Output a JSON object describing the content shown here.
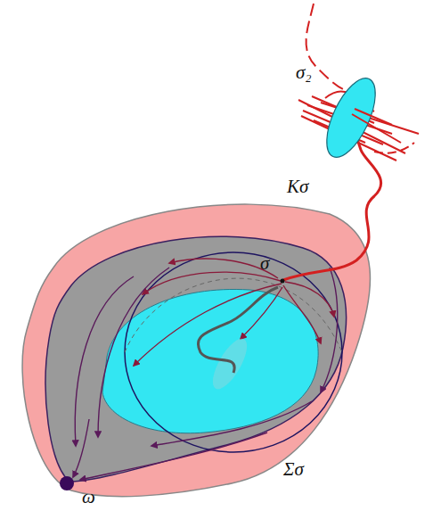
{
  "diagram": {
    "labels": [
      "Kσ",
      "σ₂",
      "σ",
      "Σσ",
      "ω"
    ]
  }
}
